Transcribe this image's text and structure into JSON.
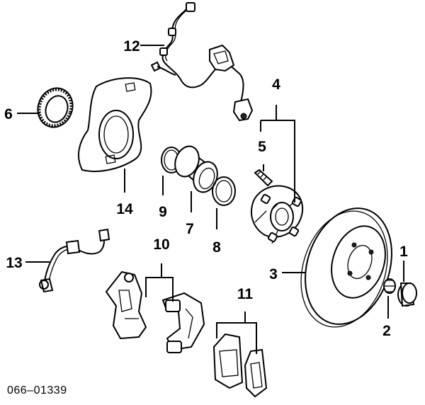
{
  "figure_code": "066–01339",
  "labels": {
    "p1": "1",
    "p2": "2",
    "p3": "3",
    "p4": "4",
    "p5": "5",
    "p6": "6",
    "p7": "7",
    "p8": "8",
    "p9": "9",
    "p10": "10",
    "p11": "11",
    "p12": "12",
    "p13": "13",
    "p14": "14"
  }
}
